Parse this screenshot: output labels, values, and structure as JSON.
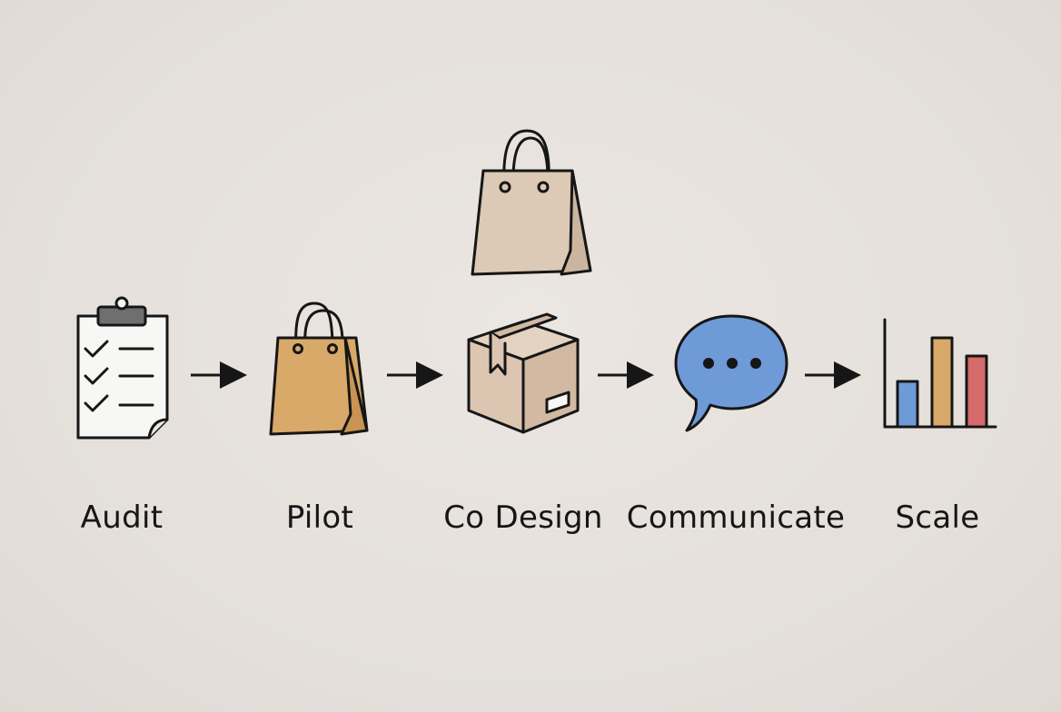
{
  "steps": [
    {
      "label": "Audit",
      "icon": "clipboard-checklist-icon"
    },
    {
      "label": "Pilot",
      "icon": "shopping-bag-icon"
    },
    {
      "label": "Co Design",
      "icon": "cardboard-box-icon"
    },
    {
      "label": "Communicate",
      "icon": "speech-bubble-icon"
    },
    {
      "label": "Scale",
      "icon": "bar-chart-icon"
    }
  ],
  "floating_icon": "shopping-bag-icon",
  "colors": {
    "background": "#e6e1dc",
    "stroke": "#161616",
    "clipboard_paper": "#f7f7f5",
    "clipboard_clip": "#6f6f6f",
    "bag_light": "#dcc9b6",
    "bag_tan": "#d8a968",
    "box": "#dcc6b2",
    "bubble": "#6e9bd8",
    "bar_blue": "#6e9bd8",
    "bar_tan": "#d8a968",
    "bar_red": "#d46a6a"
  }
}
